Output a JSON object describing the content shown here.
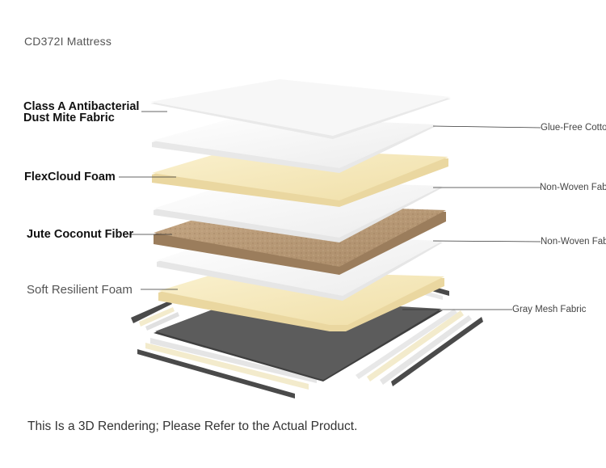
{
  "title": "CD372I Mattress",
  "left_labels": {
    "class_a_line1": "Class A Antibacterial",
    "class_a_line2": "Dust Mite Fabric",
    "flexcloud": "FlexCloud Foam",
    "jute": "Jute Coconut Fiber",
    "soft": "Soft Resilient Foam"
  },
  "right_labels": {
    "glue_free": "Glue-Free Cotto",
    "non_woven_1": "Non-Woven Fab",
    "non_woven_2": "Non-Woven Fab",
    "gray_mesh": "Gray Mesh Fabric"
  },
  "footer": "This Is a 3D Rendering; Please Refer to the Actual Product.",
  "colors": {
    "fabric": "#f2f2f2",
    "foam": "#f4e7b8",
    "jute": "#b99a77",
    "mesh": "#5a5a5a",
    "frame": "#4a4a4a"
  }
}
